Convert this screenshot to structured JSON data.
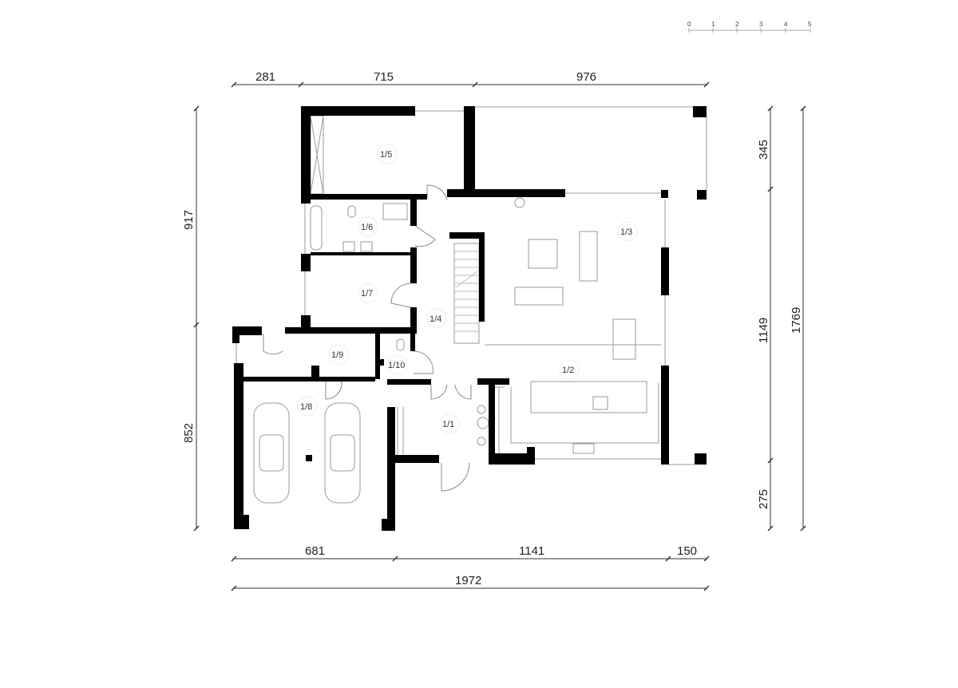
{
  "scale_bar": {
    "ticks": [
      "0",
      "1",
      "2",
      "3",
      "4",
      "5"
    ]
  },
  "dimensions": {
    "top": [
      "281",
      "715",
      "976"
    ],
    "bottom": [
      "681",
      "1141",
      "150"
    ],
    "bottom_total": "1972",
    "left": [
      "917",
      "852"
    ],
    "right": [
      "345",
      "1149",
      "275"
    ],
    "right_total": "1769"
  },
  "rooms": [
    {
      "id": "1/1"
    },
    {
      "id": "1/2"
    },
    {
      "id": "1/3"
    },
    {
      "id": "1/4"
    },
    {
      "id": "1/5"
    },
    {
      "id": "1/6"
    },
    {
      "id": "1/7"
    },
    {
      "id": "1/8"
    },
    {
      "id": "1/9"
    },
    {
      "id": "1/10"
    }
  ]
}
